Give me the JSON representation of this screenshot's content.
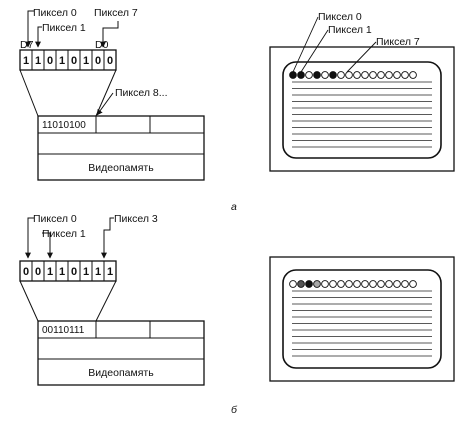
{
  "figure_a": {
    "caption": "а",
    "pixel_labels": [
      "Пиксел 0",
      "Пиксел 1",
      "Пиксел 7"
    ],
    "bit_labels": [
      "D7",
      "D0"
    ],
    "bits": [
      "1",
      "1",
      "0",
      "1",
      "0",
      "1",
      "0",
      "0"
    ],
    "register_value": "11010100",
    "next_pixel_label": "Пиксел 8...",
    "memory_label": "Видеопамять",
    "screen_pixel_labels": [
      "Пиксел 0",
      "Пиксел 1",
      "Пиксел 7"
    ],
    "screen_pixels": [
      1,
      1,
      0,
      1,
      0,
      1,
      0,
      0,
      0,
      0,
      0,
      0,
      0,
      0,
      0,
      0
    ]
  },
  "figure_b": {
    "caption": "б",
    "pixel_labels": [
      "Пиксел 0",
      "Пиксел 1",
      "Пиксел 3"
    ],
    "bits": [
      "0",
      "0",
      "1",
      "1",
      "0",
      "1",
      "1",
      "1"
    ],
    "register_value": "00110111",
    "memory_label": "Видеопамять",
    "screen_pixels": [
      0,
      2,
      1,
      3,
      0,
      0,
      0,
      0,
      0,
      0,
      0,
      0,
      0,
      0,
      0,
      0
    ]
  }
}
